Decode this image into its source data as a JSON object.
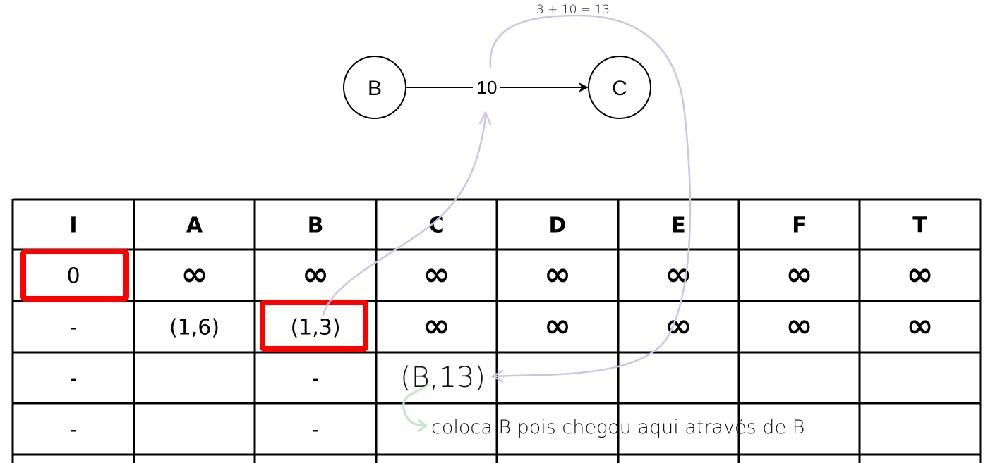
{
  "graph": {
    "node_from": "B",
    "node_to": "C",
    "edge_weight": "10"
  },
  "annotation_sum": "3 + 10 = 13",
  "table": {
    "headers": [
      "I",
      "A",
      "B",
      "C",
      "D",
      "E",
      "F",
      "T"
    ],
    "rows": [
      [
        "0",
        "∞",
        "∞",
        "∞",
        "∞",
        "∞",
        "∞",
        "∞"
      ],
      [
        "-",
        "(1,6)",
        "(1,3)",
        "∞",
        "∞",
        "∞",
        "∞",
        "∞"
      ],
      [
        "-",
        "",
        "-",
        "",
        "",
        "",
        "",
        ""
      ],
      [
        "-",
        "",
        "-",
        "",
        "",
        "",
        "",
        ""
      ]
    ]
  },
  "handwritten": {
    "new_value": "(B,13)",
    "note": "coloca B pois chegou aqui através de B"
  },
  "colors": {
    "highlight_box": "#ff0000",
    "annotation_arrow": "#cfc3e6",
    "note_arrow": "#bfe8c6",
    "grid_line": "#000000"
  }
}
